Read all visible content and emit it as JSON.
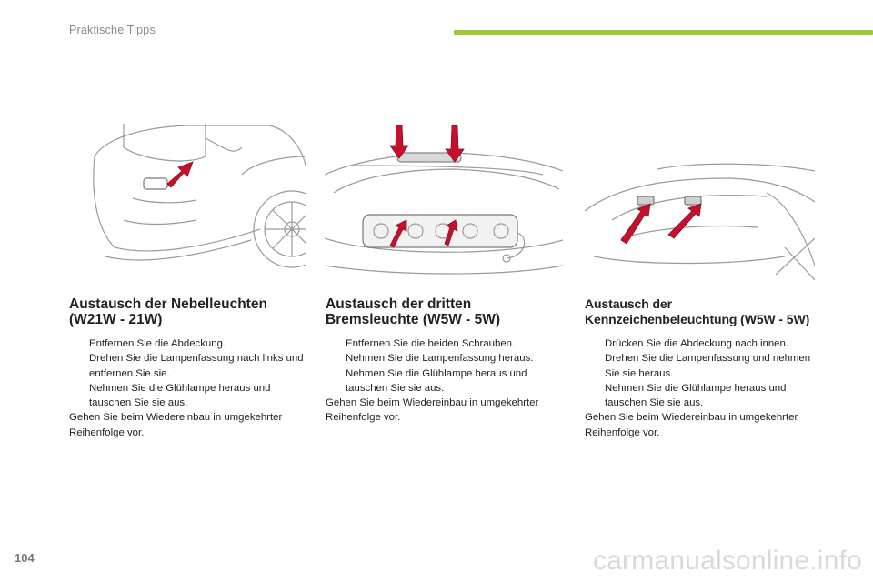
{
  "header": {
    "section_title": "Praktische Tipps",
    "accent_color": "#9cc93c"
  },
  "sections": [
    {
      "title": "Austausch der Nebelleuchten\n(W21W - 21W)",
      "steps": [
        "Entfernen Sie die Abdeckung.",
        "Drehen Sie die Lampenfassung nach links und entfernen Sie sie.",
        "Nehmen Sie die Glühlampe heraus und tauschen Sie sie aus."
      ],
      "note": "Gehen Sie beim Wiedereinbau in umgekehrter Reihenfolge vor."
    },
    {
      "title": "Austausch der dritten\nBremsleuchte (W5W - 5W)",
      "steps": [
        "Entfernen Sie die beiden Schrauben.",
        "Nehmen Sie die Lampenfassung heraus.",
        "Nehmen Sie die Glühlampe heraus und tauschen Sie sie aus."
      ],
      "note": "Gehen Sie beim Wiedereinbau in umgekehrter Reihenfolge vor."
    },
    {
      "title": "Austausch der\nKennzeichenbeleuchtung (W5W - 5W)",
      "steps": [
        "Drücken Sie die Abdeckung nach innen.",
        "Drehen Sie die Lampenfassung und nehmen Sie sie heraus.",
        "Nehmen Sie die Glühlampe heraus und tauschen Sie sie aus."
      ],
      "note": "Gehen Sie beim Wiedereinbau in umgekehrter Reihenfolge vor."
    }
  ],
  "bullet_glyph": "",
  "page_number": "104",
  "watermark": "carmanualsonline.info",
  "colors": {
    "arrow": "#c8102e",
    "line_art": "#9a9a9a"
  }
}
